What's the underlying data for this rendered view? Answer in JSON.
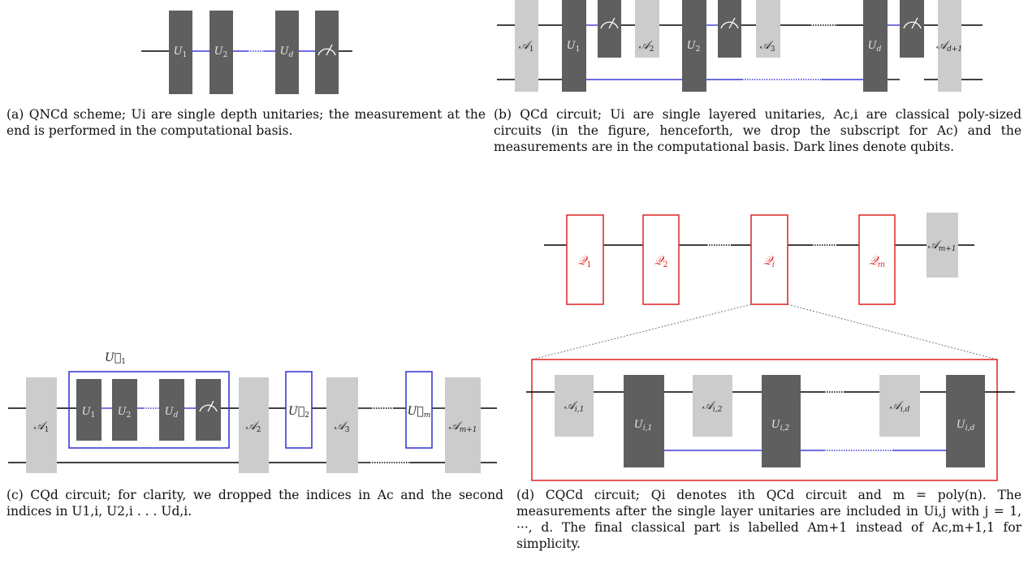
{
  "diagram_a": {
    "gates": [
      "U1",
      "U2",
      "Ud"
    ],
    "caption": "(a) QNCd scheme; Ui are single depth unitaries; the measurement at the end is performed in the computational basis."
  },
  "diagram_b": {
    "gates": [
      "A1",
      "U1",
      "A2",
      "U2",
      "A3",
      "Ud",
      "Ad+1"
    ],
    "caption": "(b) QCd circuit; Ui are single layered unitaries, Ac,i are classical poly-sized circuits (in the figure, henceforth, we drop the subscript for Ac) and the measurements are in the computational basis. Dark lines denote qubits."
  },
  "diagram_c": {
    "group_label": "U1",
    "gates": [
      "A1",
      "U1",
      "U2",
      "Ud",
      "A2",
      "U2",
      "A3",
      "Um",
      "Am+1"
    ],
    "caption": "(c) CQd circuit; for clarity, we dropped the indices in Ac and the second indices in U1,i, U2,i . . . Ud,i."
  },
  "diagram_d": {
    "top_gates": [
      "Q1",
      "Q2",
      "Qi",
      "Qm",
      "Am+1"
    ],
    "zoom_gates": [
      "Ai,1",
      "Ui,1",
      "Ai,2",
      "Ui,2",
      "Ai,d",
      "Ui,d"
    ],
    "caption": "(d) CQCd circuit; Qi denotes ith QCd circuit and m = poly(n). The measurements after the single layer unitaries are included in Ui,j with j = 1, ···, d. The final classical part is labelled Am+1 instead of Ac,m+1,1 for simplicity."
  }
}
